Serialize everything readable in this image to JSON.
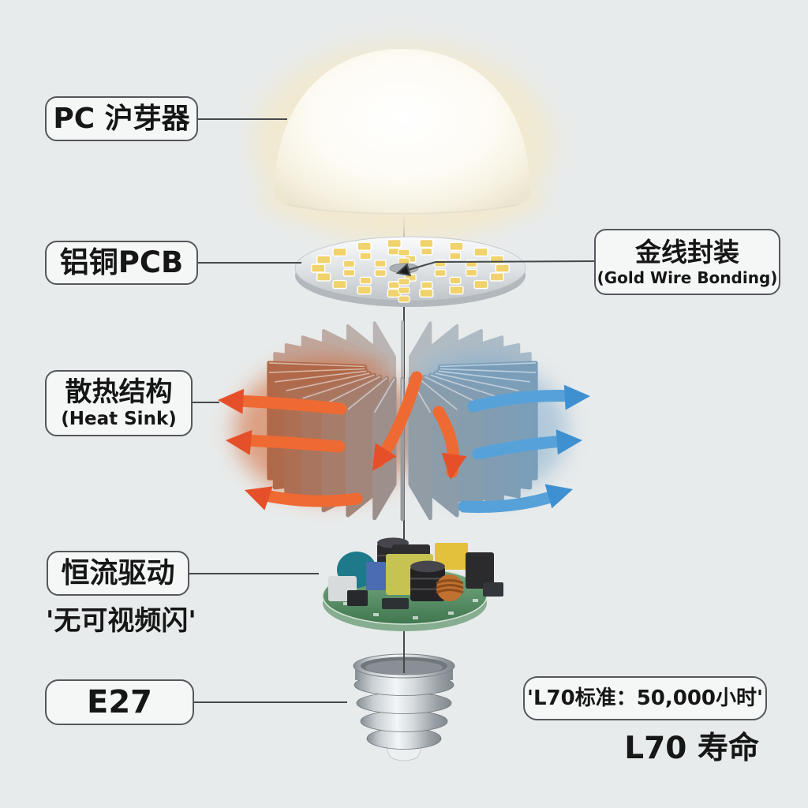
{
  "labels": {
    "diffuser": "PC 沪芽器",
    "pcb": "铝铜PCB",
    "gold_wire_cn": "金线封装",
    "gold_wire_en": "(Gold Wire Bonding)",
    "heatsink_cn": "散热结构",
    "heatsink_en": "(Heat Sink)",
    "driver": "恒流驱动",
    "driver_note": "'无可视频闪'",
    "base": "E27",
    "l70_badge": "'L70标准：50,000小时'",
    "l70_caption": "L70 寿命"
  },
  "colors": {
    "background": "#e8ebeb",
    "label_border": "#54585b",
    "label_fill": "#f5f7f7",
    "text": "#161616",
    "line": "#45494c",
    "hot_arrow": "#ee6a32",
    "hot_arrow_deep": "#e5502a",
    "cool_arrow": "#57a1d9",
    "cool_arrow_deep": "#3e90d0",
    "dome_glow": "#f2e9cf",
    "led_yellow": "#f0d36d",
    "fin_warm": "#b06848",
    "fin_gray": "#989b9e",
    "fin_cool": "#7a9eba",
    "hot_glow": "#d2622e",
    "cool_glow": "#5e96c2",
    "driver_green_top": "#79ad85",
    "driver_green_bottom": "#41774f"
  },
  "illustration": {
    "parts": [
      "diffuser-dome",
      "led-pcb",
      "heat-sink",
      "driver-pcb",
      "e27-base"
    ],
    "hot_arrow_count": 5,
    "cool_arrow_count": 3
  }
}
